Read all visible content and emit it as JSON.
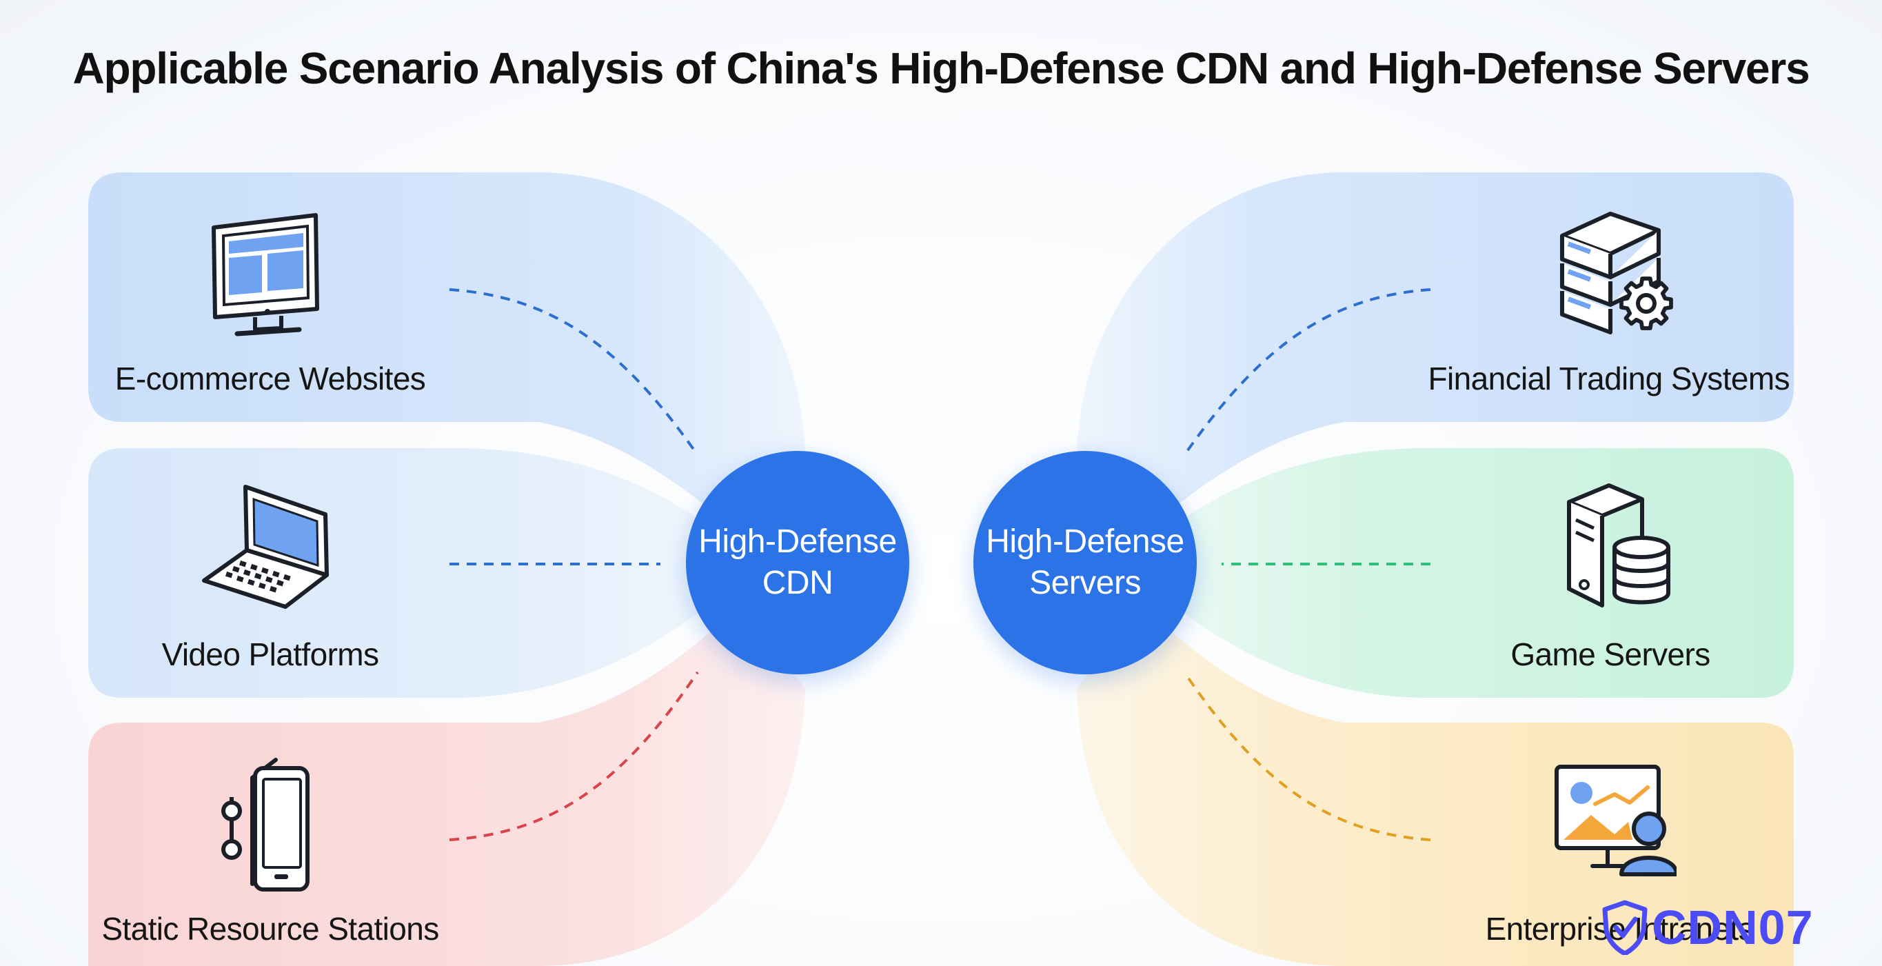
{
  "title": "Applicable Scenario Analysis of China's High-Defense CDN and High-Defense Servers",
  "hubs": {
    "cdn": "High-Defense CDN",
    "servers": "High-Defense Servers"
  },
  "left_scenarios": [
    {
      "label": "E-commerce Websites",
      "icon": "desktop-monitor-icon",
      "color": "#cfe3fb"
    },
    {
      "label": "Video Platforms",
      "icon": "laptop-icon",
      "color": "#d8e9fa"
    },
    {
      "label": "Static Resource Stations",
      "icon": "mobile-device-icon",
      "color": "#fbd9d9"
    }
  ],
  "right_scenarios": [
    {
      "label": "Financial Trading Systems",
      "icon": "server-gear-icon",
      "color": "#cfe3fb"
    },
    {
      "label": "Game Servers",
      "icon": "server-database-icon",
      "color": "#cdf4e4"
    },
    {
      "label": "Enterprise Intranets",
      "icon": "analytics-user-icon",
      "color": "#fdeac4"
    }
  ],
  "connector_colors": {
    "blue": "#2d6fcf",
    "red": "#d9434a",
    "green": "#2ebf7a",
    "orange": "#e0a020"
  },
  "hub_color": "#2b73e6",
  "watermark": "CDN07"
}
